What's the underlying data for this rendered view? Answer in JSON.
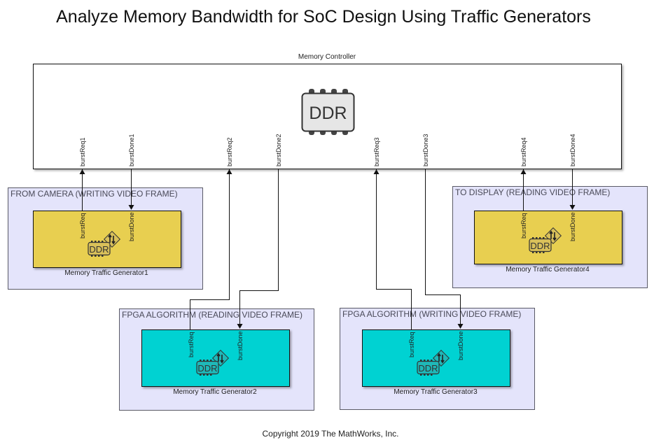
{
  "title": "Analyze Memory Bandwidth for SoC Design Using Traffic Generators",
  "footer": "Copyright 2019 The MathWorks, Inc.",
  "colors": {
    "area_fill": "#E4E4FB",
    "area_border": "#5a5a66",
    "yellow_block": "#E8CF50",
    "cyan_block": "#00D2D2",
    "wire": "#111111"
  },
  "memory_controller": {
    "label": "Memory Controller",
    "icon": "ddr-chip-icon",
    "icon_text": "DDR",
    "ports": [
      "burstReq1",
      "burstDone1",
      "burstReq2",
      "burstDone2",
      "burstReq3",
      "burstDone3",
      "burstReq4",
      "burstDone4"
    ]
  },
  "areas": [
    {
      "label": "FROM CAMERA (WRITING VIDEO FRAME)",
      "block": {
        "name": "Memory Traffic Generator1",
        "ports": [
          "burstReq",
          "burstDone"
        ],
        "icon": "ddr-traffic-icon",
        "icon_text": "DDR"
      }
    },
    {
      "label": "FPGA ALGORITHM (READING VIDEO FRAME)",
      "block": {
        "name": "Memory Traffic Generator2",
        "ports": [
          "burstReq",
          "burstDone"
        ],
        "icon": "ddr-traffic-icon",
        "icon_text": "DDR"
      }
    },
    {
      "label": "FPGA ALGORITHM (WRITING VIDEO FRAME)",
      "block": {
        "name": "Memory Traffic Generator3",
        "ports": [
          "burstReq",
          "burstDone"
        ],
        "icon": "ddr-traffic-icon",
        "icon_text": "DDR"
      }
    },
    {
      "label": "TO DISPLAY (READING VIDEO FRAME)",
      "block": {
        "name": "Memory Traffic Generator4",
        "ports": [
          "burstReq",
          "burstDone"
        ],
        "icon": "ddr-traffic-icon",
        "icon_text": "DDR"
      }
    }
  ]
}
